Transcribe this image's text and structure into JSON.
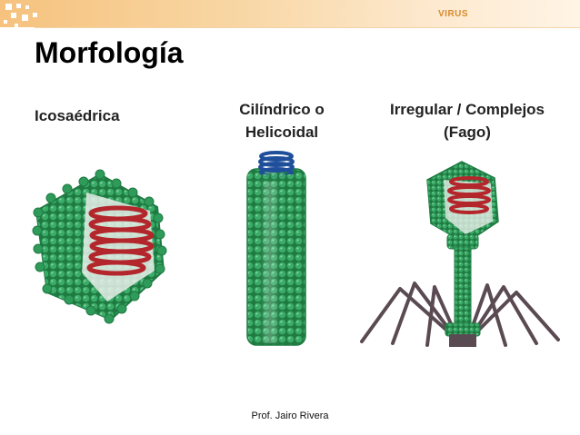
{
  "header": {
    "section_label": "VIRUS"
  },
  "slide": {
    "title": "Morfología",
    "columns": [
      {
        "line1": "Icosaédrica",
        "line2": ""
      },
      {
        "line1": "Cilíndrico o",
        "line2": "Helicoidal"
      },
      {
        "line1": "Irregular / Complejos",
        "line2": "(Fago)"
      }
    ],
    "footer": "Prof. Jairo Rivera"
  },
  "colors": {
    "capsid_green": "#2e9b5a",
    "capsid_green_dark": "#1f7a42",
    "nucleic_red": "#b3262b",
    "helix_blue": "#1f4f9a",
    "tail_fiber": "#5a4a52",
    "header_accent": "#d98a2c"
  },
  "icons": [
    "icosahedral-virus-illustration",
    "helical-virus-illustration",
    "bacteriophage-illustration"
  ]
}
